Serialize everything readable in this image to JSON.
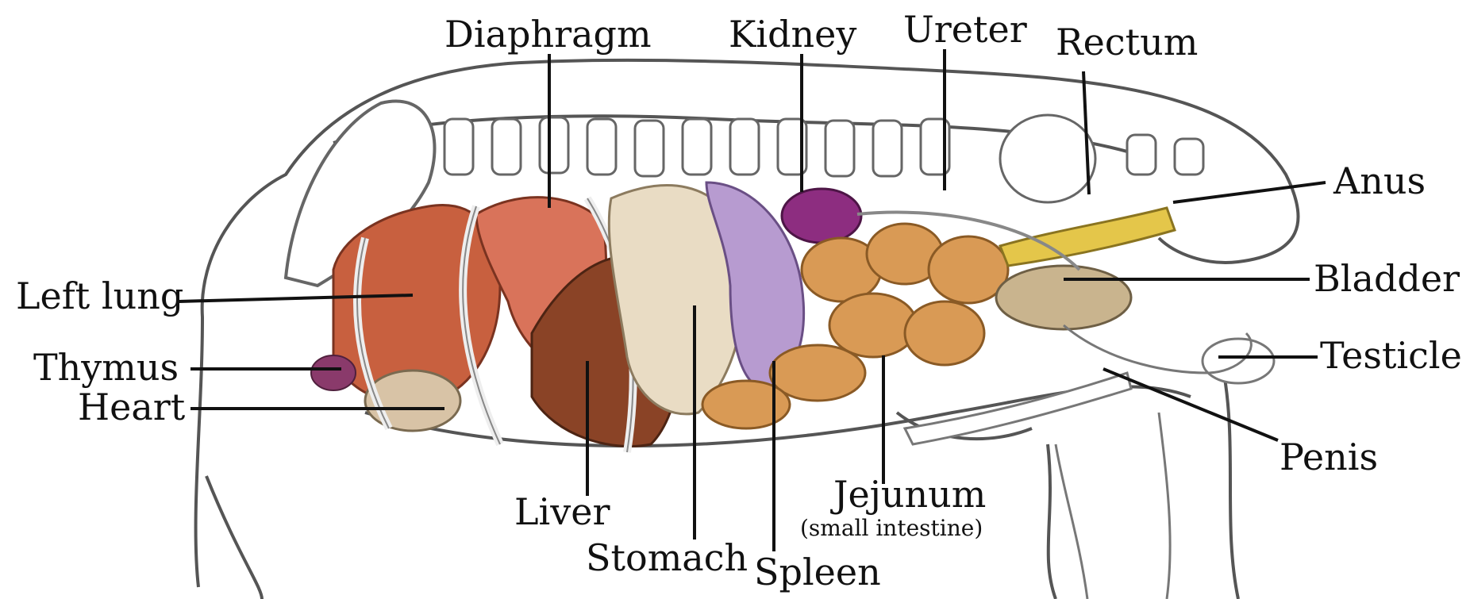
{
  "labels": {
    "diaphragm": "Diaphragm",
    "kidney": "Kidney",
    "ureter": "Ureter",
    "rectum": "Rectum",
    "anus": "Anus",
    "bladder": "Bladder",
    "testicle": "Testicle",
    "penis": "Penis",
    "jejunum": "Jejunum",
    "jejunum_note": "(small intestine)",
    "spleen": "Spleen",
    "stomach": "Stomach",
    "liver": "Liver",
    "heart": "Heart",
    "thymus": "Thymus",
    "left_lung": "Left lung"
  },
  "colors": {
    "outline": "#555555",
    "leader": "#111111",
    "lung": "#c8603f",
    "liver": "#8a4326",
    "diaphragm": "#d9735a",
    "stomach": "#e9dcc4",
    "spleen": "#b79bd0",
    "kidney": "#8d2d80",
    "intestine": "#d99a55",
    "rectum": "#e4c64a",
    "bladder": "#c9b48e",
    "heart": "#d8c3a6",
    "thymus": "#8a3a6b"
  }
}
